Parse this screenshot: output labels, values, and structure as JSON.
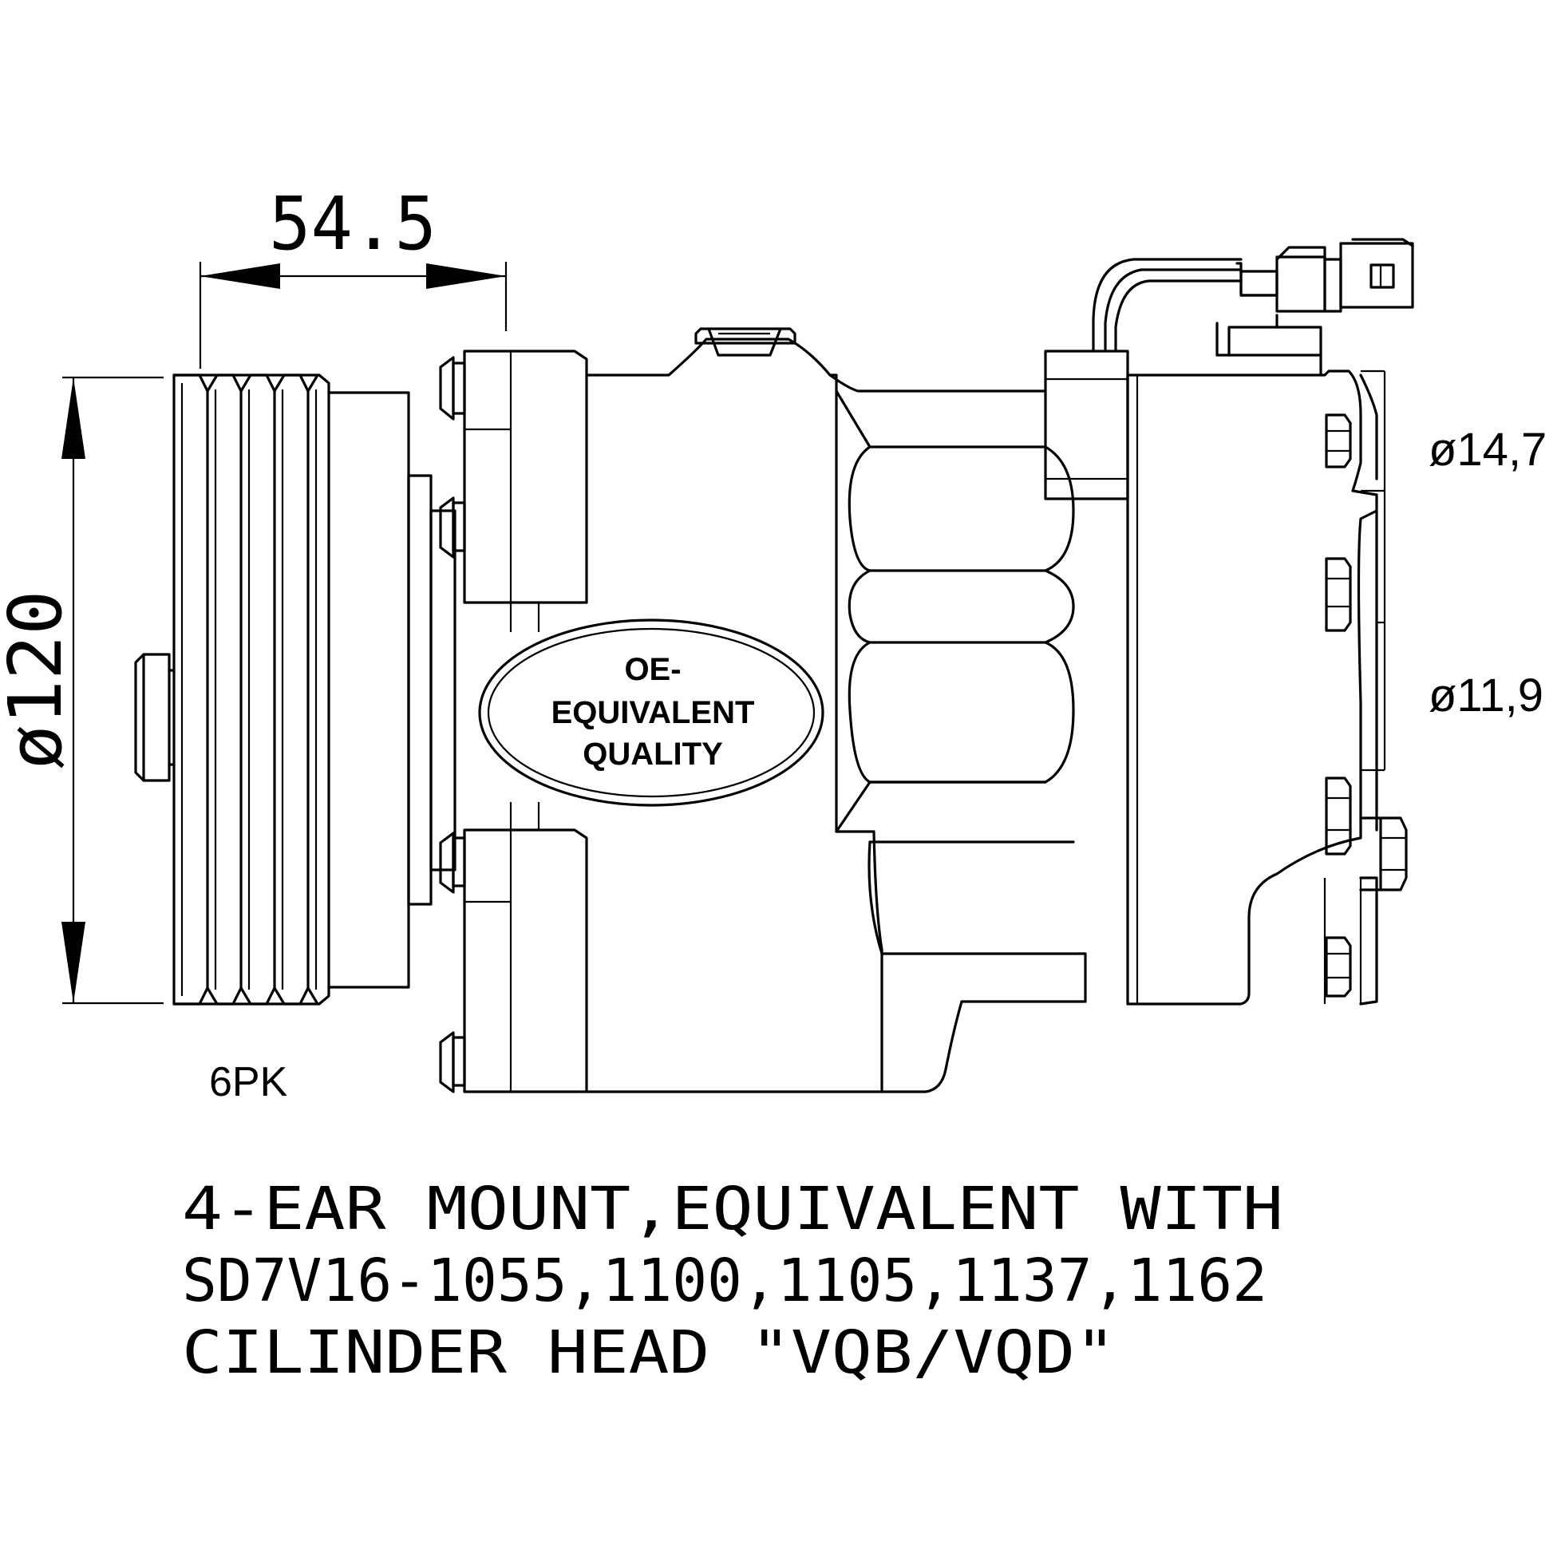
{
  "dimensions": {
    "width": "54.5",
    "diameter": "ø120",
    "port_suction": "ø14,7",
    "port_discharge": "ø11,9",
    "belt": "6PK"
  },
  "badge": {
    "line1": "OE-",
    "line2": "EQUIVALENT",
    "line3": "QUALITY"
  },
  "notes": {
    "line1": "4-EAR MOUNT,EQUIVALENT WITH",
    "line2": "SD7V16-1055,1100,1105,1137,1162",
    "line3": "CILINDER HEAD \"VQB/VQD\""
  }
}
